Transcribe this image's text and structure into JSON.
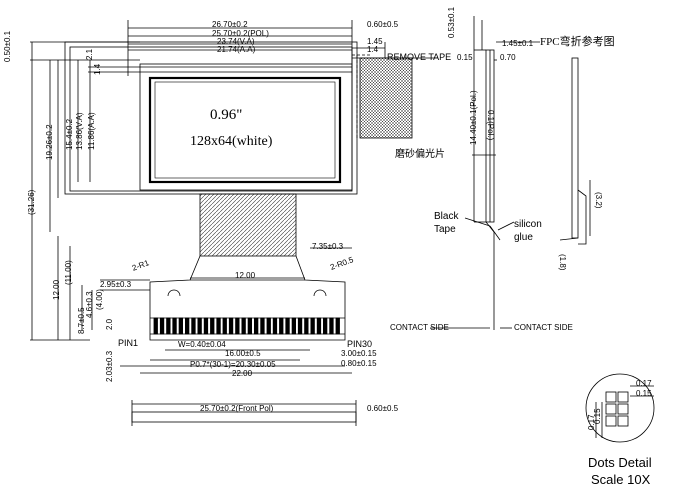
{
  "front_view": {
    "dims_top": [
      "26.70±0.2",
      "25.70±0.2(POL)",
      "23.74(V.A)",
      "21.74(A.A)"
    ],
    "dims_left": [
      "0.50±0.1",
      "2.1",
      "1.4",
      "11.86(A.A)",
      "13.86(V.A)",
      "15.4±0.2",
      "19.26±0.2",
      "(31.26)"
    ],
    "dims_right": [
      "0.60±0.5",
      "1.45",
      "1.4",
      "7.35±0.3"
    ],
    "remove_tape": "REMOVE TAPE",
    "display_size": "0.96\"",
    "display_res": "128x64(white)",
    "lower_dims": [
      "(11.00)",
      "12.00",
      "2.95±0.3",
      "4.6±0.3",
      "(4.00)",
      "8.7±0.5",
      "2.0",
      "2-R1",
      "12.00",
      "2-R0.5",
      "2.03±0.3"
    ],
    "pin_labels": [
      "PIN1",
      "PIN30"
    ],
    "pin_dims": [
      "W=0.40±0.04",
      "16.00±0.5",
      "P0.7*(30-1)=20.30±0.05",
      "22.00",
      "3.00±0.15",
      "0.80±0.15"
    ]
  },
  "bottom_view": {
    "dim": "25.70±0.2(Front Pol)",
    "dim_right": "0.60±0.5"
  },
  "side_view": {
    "fpc_note": "FPC弯折参考图",
    "dims": [
      "0.53±0.1",
      "1.45±0.1",
      "0.15",
      "0.70",
      "14.40±0.1(Pol.)",
      "0.1(Pol.)"
    ],
    "matte_pol": "磨砂偏光片",
    "black_tape": "Black Tape",
    "silicon_glue": "silicon glue",
    "contact_side": "CONTACT SIDE",
    "fpc_dims": [
      "(3.2)",
      "(1.8)"
    ]
  },
  "dots_detail": {
    "dims": [
      "0.17",
      "0.15",
      "0.15",
      "0.17"
    ],
    "title": "Dots Detail",
    "scale": "Scale 10X"
  }
}
